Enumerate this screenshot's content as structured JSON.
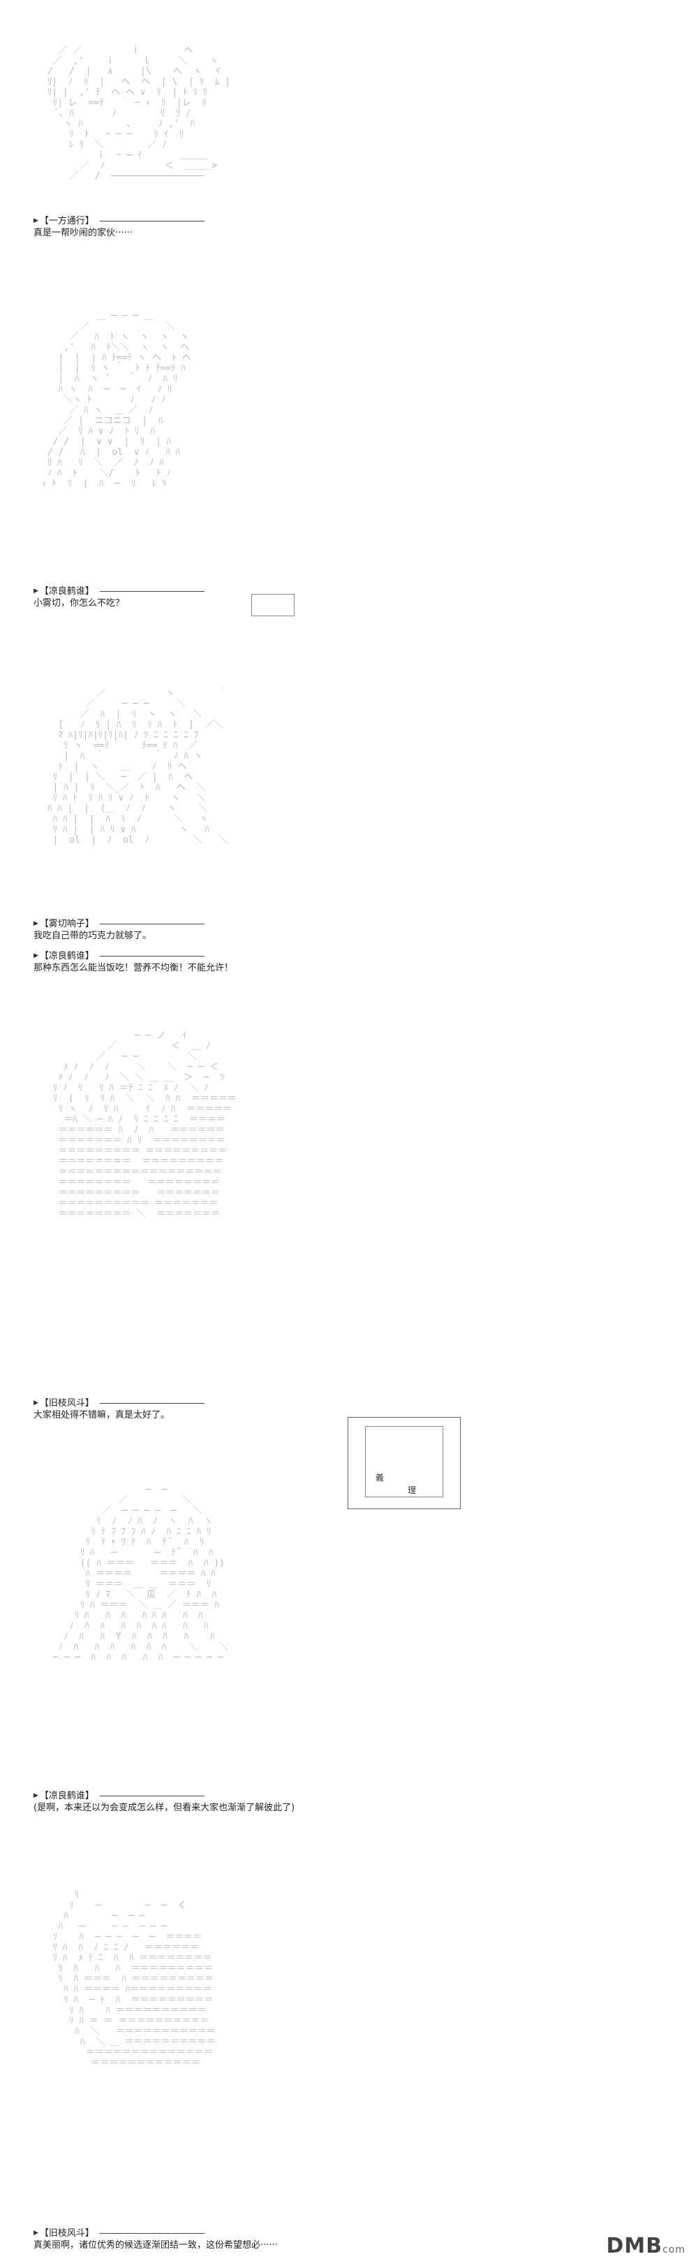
{
  "panels": [
    {
      "speaker": "【一方通行】",
      "lines": [
        "真是一帮吵闹的家伙······"
      ]
    },
    {
      "speaker": "【凉良鹤谁】",
      "lines": [
        "小雾切，你怎么不吃？"
      ]
    },
    {
      "speaker": "【雾切响子】",
      "lines": [
        "我吃自己带的巧克力就够了。"
      ]
    },
    {
      "speaker": "【凉良鹤谁】",
      "lines": [
        "那种东西怎么能当饭吃！营养不均衡！不能允许！"
      ]
    },
    {
      "speaker": "【旧枝风斗】",
      "lines": [
        "大家相处得不错嘛，真是太好了。"
      ]
    },
    {
      "speaker": "【凉良鹤谁】",
      "lines": [
        "(是啊，本来还以为会变成怎么样，但看来大家也渐渐了解彼此了)"
      ]
    },
    {
      "speaker": "【旧枝风斗】",
      "lines": [
        "真美丽啊，诸位优秀的候选逐渐团结一致，这份希望想必······"
      ]
    }
  ],
  "sign": {
    "chars": [
      "義",
      "理"
    ]
  },
  "watermark": {
    "brand": "DMB",
    "suffix": "com"
  }
}
